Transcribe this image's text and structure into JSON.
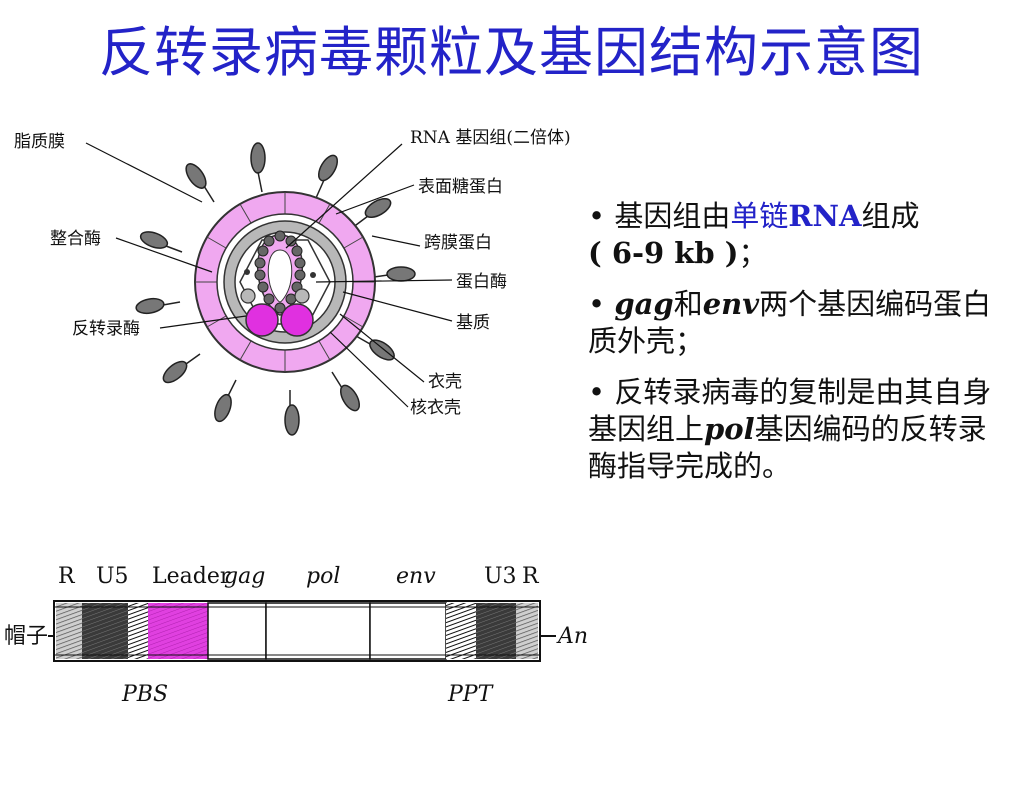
{
  "title": "反转录病毒颗粒及基因结构示意图",
  "virion_labels": {
    "lipid_membrane": "脂质膜",
    "rna_genome": "RNA 基因组(二倍体)",
    "surface_glycoprotein": "表面糖蛋白",
    "integrase": "整合酶",
    "transmembrane_protein": "跨膜蛋白",
    "protease": "蛋白酶",
    "reverse_transcriptase": "反转录酶",
    "matrix": "基质",
    "capsid": "衣壳",
    "nucleocapsid": "核衣壳"
  },
  "genome_map": {
    "top_labels": [
      "R",
      "U5",
      "Leader",
      "gag",
      "pol",
      "env",
      "U3",
      "R"
    ],
    "cap": "帽子",
    "poly_a": "An",
    "pbs": "PBS",
    "ppt": "PPT",
    "leader_color": "#e040e0"
  },
  "bullets": {
    "b1": {
      "bullet": "•",
      "t1": "基因组由",
      "t2": "单链",
      "t3": "RNA",
      "t4": "组成",
      "t5": "( 6-9 kb )",
      "t6": "；"
    },
    "b2": {
      "bullet": "•",
      "t1": "gag",
      "t2": "和",
      "t3": "env",
      "t4": "两个基因编码蛋白质外壳；"
    },
    "b3": {
      "bullet": "•",
      "t1": "反转录病毒的复制是由其自身基因组上",
      "t2": "pol",
      "t3": "基因编码的反转录酶指导完成的。"
    }
  },
  "colors": {
    "title": "#2323c8",
    "highlight": "#2323c8",
    "envelope": "#f0a8f0",
    "enzyme": "#e030e0"
  }
}
